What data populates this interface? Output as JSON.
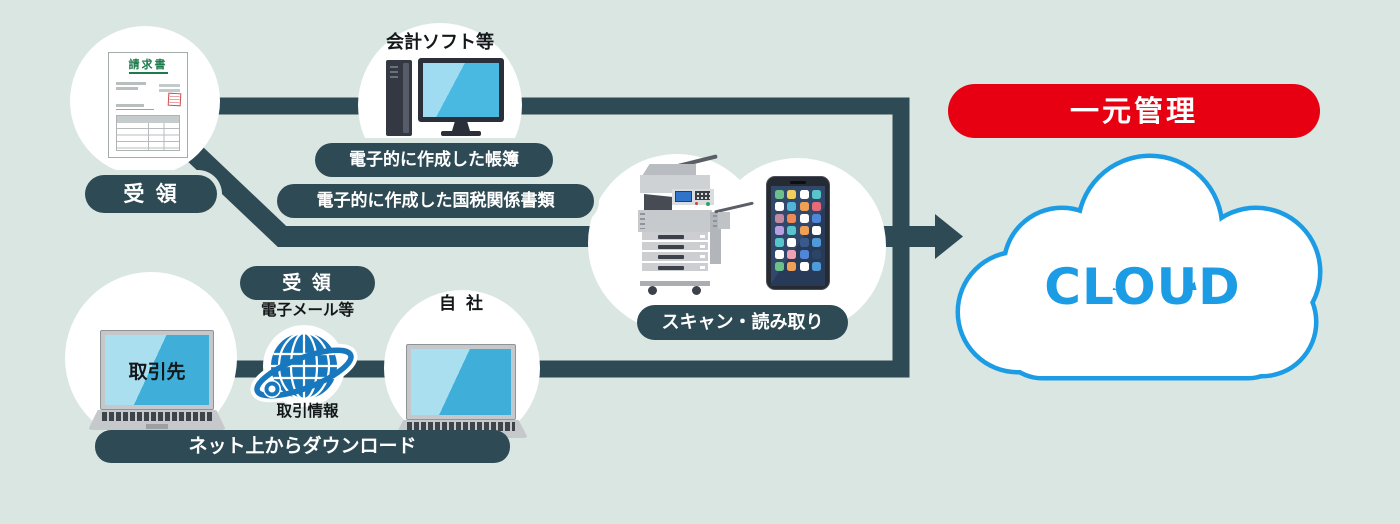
{
  "colors": {
    "bg": "#d9e6e2",
    "dark": "#2e4a54",
    "red": "#e60012",
    "cloud": "#1b9ce4",
    "globe": "#1878bd",
    "green": "#1d7a4b",
    "screen": "#3fafda"
  },
  "flow": {
    "receipt_top": "受 領",
    "accounting_software": "会計ソフト等",
    "ledger_pill": "電子的に作成した帳簿",
    "tax_docs_pill": "電子的に作成した国税関係書類",
    "scan_pill": "スキャン・読み取り",
    "receipt_bottom": "受 領",
    "email_label": "電子メール等",
    "transaction_label": "取引情報",
    "partner_label": "取引先",
    "own_company_label": "自 社",
    "download_banner": "ネット上からダウンロード"
  },
  "cloud": {
    "badge": "一元管理",
    "title": "CLOUD"
  },
  "invoice": {
    "title": "請求書"
  },
  "phone": {
    "app_colors": [
      "#6cc08a",
      "#f0cf5a",
      "#ffffff",
      "#57c5c9",
      "#ffffff",
      "#4fb6d8",
      "#f0a054",
      "#e86a7a",
      "#c08aa0",
      "#f08a54",
      "#ffffff",
      "#4f86d8",
      "#b8a0e0",
      "#57c5c9",
      "#f0a054",
      "#ffffff",
      "#57c5c9",
      "#ffffff",
      "#3a5a8c",
      "#4f9ad8",
      "#ffffff",
      "#f0a0b4",
      "#4f86d8",
      "#2b4566",
      "#6cc08a",
      "#f0a054",
      "#ffffff",
      "#4f9ad8"
    ]
  }
}
